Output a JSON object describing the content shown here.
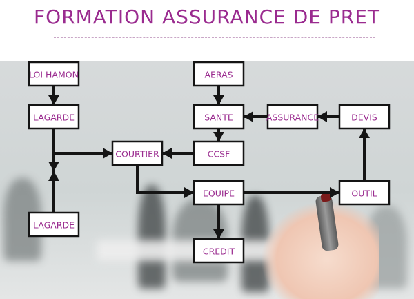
{
  "title": "FORMATION ASSURANCE DE PRET",
  "nodes": [
    {
      "id": "loi_hamon",
      "label": "LOI HAMON"
    },
    {
      "id": "lagarde_top",
      "label": "LAGARDE"
    },
    {
      "id": "lagarde_bottom",
      "label": "LAGARDE"
    },
    {
      "id": "courtier",
      "label": "COURTIER"
    },
    {
      "id": "aeras",
      "label": "AERAS"
    },
    {
      "id": "sante",
      "label": "SANTE"
    },
    {
      "id": "ccsf",
      "label": "CCSF"
    },
    {
      "id": "assurance",
      "label": "ASSURANCE"
    },
    {
      "id": "devis",
      "label": "DEVIS"
    },
    {
      "id": "equipe",
      "label": "EQUIPE"
    },
    {
      "id": "credit",
      "label": "CREDIT"
    },
    {
      "id": "outil",
      "label": "OUTIL"
    }
  ],
  "edges": [
    {
      "from": "loi_hamon",
      "to": "lagarde_top"
    },
    {
      "from": "lagarde_top",
      "to": "courtier"
    },
    {
      "from": "lagarde_bottom",
      "to": "courtier"
    },
    {
      "from": "aeras",
      "to": "sante"
    },
    {
      "from": "sante",
      "to": "ccsf"
    },
    {
      "from": "assurance",
      "to": "sante"
    },
    {
      "from": "devis",
      "to": "assurance"
    },
    {
      "from": "ccsf",
      "to": "courtier"
    },
    {
      "from": "courtier",
      "to": "equipe"
    },
    {
      "from": "equipe",
      "to": "credit"
    },
    {
      "from": "equipe",
      "to": "outil"
    },
    {
      "from": "outil",
      "to": "devis"
    }
  ],
  "colors": {
    "label": "#9a2b8f",
    "box_border": "#141414",
    "arrow": "#141414"
  }
}
